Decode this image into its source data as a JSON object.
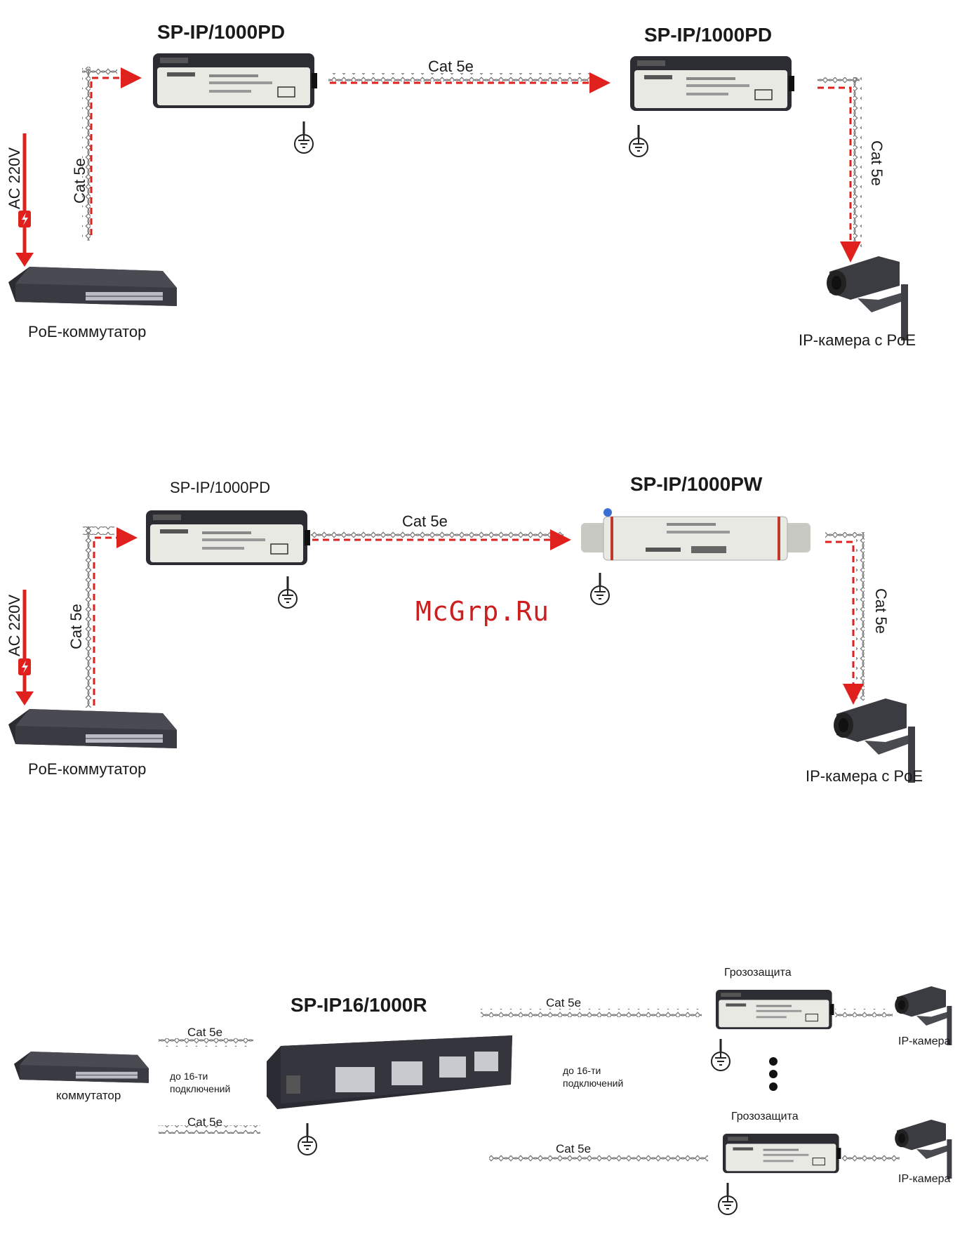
{
  "diagram1": {
    "device_left_title": "SP-IP/1000PD",
    "device_right_title": "SP-IP/1000PD",
    "cable_top": "Cat 5e",
    "cable_left": "Cat 5e",
    "cable_right": "Cat 5e",
    "power_label": "AC 220V",
    "switch_label": "PoE-коммутатор",
    "camera_label": "IP-камера с PoE"
  },
  "diagram2": {
    "device_left_title": "SP-IP/1000PD",
    "device_right_title": "SP-IP/1000PW",
    "cable_top": "Cat 5e",
    "cable_left": "Cat 5e",
    "cable_right": "Cat 5e",
    "power_label": "AC 220V",
    "switch_label": "PoE-коммутатор",
    "camera_label": "IP-камера с PoE"
  },
  "watermark": "McGrp.Ru",
  "diagram3": {
    "panel_title": "SP-IP16/1000R",
    "switch_label": "коммутатор",
    "cable_in_top": "Cat 5e",
    "cable_in_bottom": "Cat 5e",
    "connections_left": [
      "до 16-ти",
      "подключений"
    ],
    "connections_right": [
      "до 16-ти",
      "подключений"
    ],
    "cable_out_top": "Cat 5e",
    "cable_out_bottom": "Cat 5e",
    "protector_top": "Грозозащита",
    "protector_bottom": "Грозозащита",
    "camera_top": "IP-камера",
    "camera_bottom": "IP-камера"
  },
  "colors": {
    "arrow_red": "#e0201c",
    "device_dark": "#2a2a30",
    "label_grey": "#e9e9e4"
  },
  "icons": [
    "ground-icon",
    "lightning-icon",
    "surge-protector-device",
    "poe-switch-device",
    "ip-camera-device",
    "patch-panel-device"
  ]
}
